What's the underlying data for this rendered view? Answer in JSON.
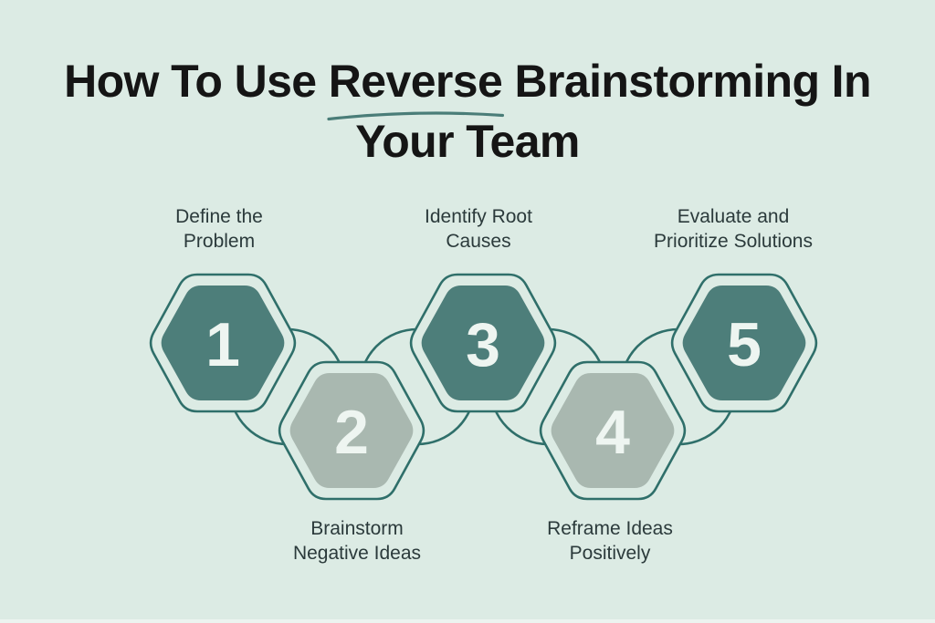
{
  "palette": {
    "background": "#dcebe4",
    "hex_dark_fill": "#4d7e7a",
    "hex_light_fill": "#a9b8b0",
    "outline": "#2f6f6a",
    "number_text": "#eef5f1",
    "title_text": "#151515",
    "label_text": "#2b3a3b",
    "underline": "#4a7d78"
  },
  "title": {
    "line1_prefix": "How To Use ",
    "line1_highlight": "Reverse",
    "line1_suffix": " Brainstorming In",
    "line2": "Your Team"
  },
  "steps": [
    {
      "number": "1",
      "variant": "dark",
      "label_lines": [
        "Define the",
        "Problem"
      ]
    },
    {
      "number": "2",
      "variant": "light",
      "label_lines": [
        "Brainstorm",
        "Negative Ideas"
      ]
    },
    {
      "number": "3",
      "variant": "dark",
      "label_lines": [
        "Identify Root",
        "Causes"
      ]
    },
    {
      "number": "4",
      "variant": "light",
      "label_lines": [
        "Reframe Ideas",
        "Positively"
      ]
    },
    {
      "number": "5",
      "variant": "dark",
      "label_lines": [
        "Evaluate and",
        "Prioritize Solutions"
      ]
    }
  ]
}
